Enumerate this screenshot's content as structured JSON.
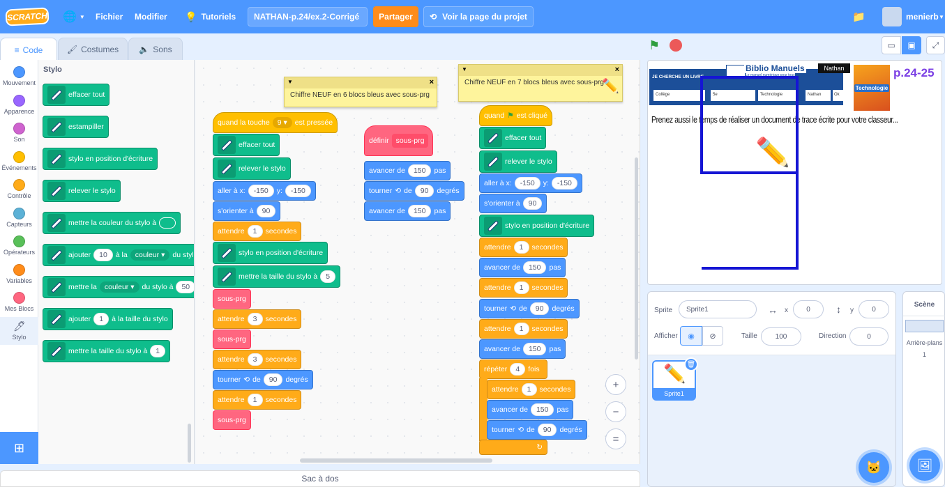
{
  "menu": {
    "logo": "SCRATCH",
    "file": "Fichier",
    "edit": "Modifier",
    "tutorials": "Tutoriels",
    "project_title": "NATHAN-p.24/ex.2-Corrigé",
    "share": "Partager",
    "see_project": "Voir la page du projet",
    "username": "menierb"
  },
  "tabs": {
    "code": "Code",
    "costumes": "Costumes",
    "sounds": "Sons"
  },
  "categories": [
    {
      "label": "Mouvement",
      "color": "#4c97ff"
    },
    {
      "label": "Apparence",
      "color": "#9966ff"
    },
    {
      "label": "Son",
      "color": "#cf63cf"
    },
    {
      "label": "Événements",
      "color": "#ffbf00"
    },
    {
      "label": "Contrôle",
      "color": "#ffab19"
    },
    {
      "label": "Capteurs",
      "color": "#5cb1d6"
    },
    {
      "label": "Opérateurs",
      "color": "#59c059"
    },
    {
      "label": "Variables",
      "color": "#ff8c1a"
    },
    {
      "label": "Mes Blocs",
      "color": "#ff6680"
    },
    {
      "label": "Stylo",
      "color": "#0fbd8c"
    }
  ],
  "palette": {
    "title": "Stylo",
    "clear": "effacer tout",
    "stamp": "estampiller",
    "pen_down": "stylo en position d'écriture",
    "pen_up": "relever le stylo",
    "set_color": "mettre la couleur du stylo à",
    "change_a": "ajouter",
    "change_val": "10",
    "change_b": "à la",
    "change_dd": "couleur",
    "change_c": "du stylo",
    "set_a": "mettre la",
    "set_dd": "couleur",
    "set_b": "du stylo à",
    "set_val": "50",
    "size_change_a": "ajouter",
    "size_change_val": "1",
    "size_change_b": "à la taille du stylo",
    "size_set": "mettre la taille du stylo à",
    "size_set_val": "1"
  },
  "notes": {
    "left": "Chiffre NEUF en 6 blocs bleus avec sous-prg",
    "right": "Chiffre NEUF en 7 blocs bleus avec sous-prg"
  },
  "scriptA": {
    "hat_a": "quand la touche",
    "hat_key": "9",
    "hat_b": "est pressée",
    "clear": "effacer tout",
    "pen_up": "relever le stylo",
    "goto_a": "aller à x:",
    "goto_x": "-150",
    "goto_b": "y:",
    "goto_y": "-150",
    "point": "s'orienter à",
    "point_v": "90",
    "wait": "attendre",
    "wait1": "1",
    "secs": "secondes",
    "pen_down": "stylo en position d'écriture",
    "size": "mettre la taille du stylo à",
    "size_v": "5",
    "sub": "sous-prg",
    "wait3": "3",
    "turn_a": "tourner",
    "turn_b": "de",
    "turn_v": "90",
    "turn_c": "degrés"
  },
  "defblock": {
    "define": "définir",
    "name": "sous-prg",
    "move": "avancer de",
    "move_v": "150",
    "steps": "pas",
    "turn": "tourner",
    "turn_b": "de",
    "turn_v": "90",
    "deg": "degrés"
  },
  "scriptB": {
    "hat_a": "quand",
    "hat_b": "est cliqué",
    "clear": "effacer tout",
    "pen_up": "relever le stylo",
    "goto_a": "aller à x:",
    "goto_x": "-150",
    "goto_b": "y:",
    "goto_y": "-150",
    "point": "s'orienter à",
    "point_v": "90",
    "pen_down": "stylo en position d'écriture",
    "wait": "attendre",
    "one": "1",
    "secs": "secondes",
    "move": "avancer de",
    "move_v": "150",
    "steps": "pas",
    "turn": "tourner",
    "de": "de",
    "turn_v": "90",
    "deg": "degrés",
    "repeat": "répéter",
    "repeat_v": "4",
    "times": "fois"
  },
  "workspace": {
    "zoom_in": "+",
    "zoom_out": "−",
    "zoom_reset": "="
  },
  "backpack": "Sac à dos",
  "stage": {
    "search_label": "JE CHERCHE UN LIVRE",
    "site": "Biblio Manuels",
    "site_sub": "Le manuel numérique pour tous",
    "publisher": "Nathan",
    "f1": "Collège",
    "f2": "5e",
    "f3": "Technologie",
    "f4": "Nathan",
    "f5": "Ok",
    "book": "Technologie",
    "pages": "p.24-25",
    "caption": "Prenez aussi le temps de réaliser un document de trace écrite pour votre classeur..."
  },
  "sprite": {
    "label": "Sprite",
    "name": "Sprite1",
    "x_lbl": "x",
    "x": "0",
    "y_lbl": "y",
    "y": "0",
    "show": "Afficher",
    "size_lbl": "Taille",
    "size": "100",
    "dir_lbl": "Direction",
    "dir": "0",
    "thumb": "Sprite1"
  },
  "stagepane": {
    "title": "Scène",
    "backdrops": "Arrière-plans",
    "count": "1"
  }
}
